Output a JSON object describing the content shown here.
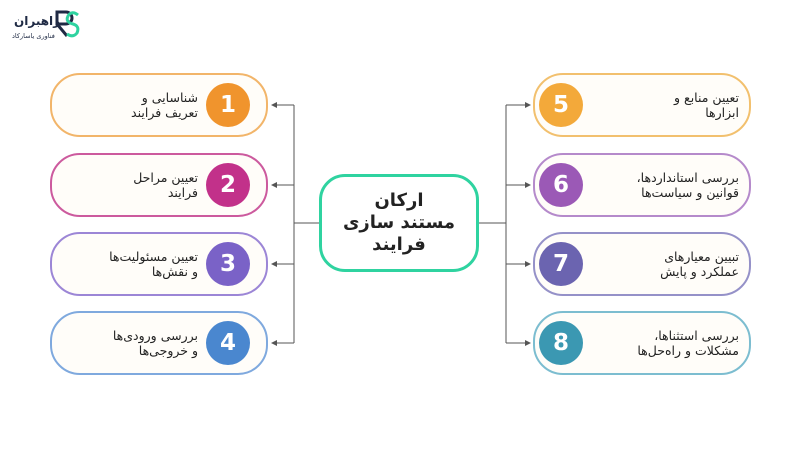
{
  "logo": {
    "title": "راهبران",
    "subtitle": "فناوری یاسارکاد",
    "mark": "RS"
  },
  "center": {
    "label": "ارکان\nمستند سازی\nفرایند",
    "color": "#2fd3a0"
  },
  "left_items": [
    {
      "num": "1",
      "label": "شناسایی و\nتعریف فرایند",
      "color": "#f0942d",
      "border": "#f2b56a"
    },
    {
      "num": "2",
      "label": "تعیین مراحل\nفرایند",
      "color": "#c2318a",
      "border": "#cc5a9e"
    },
    {
      "num": "3",
      "label": "تعیین مسئولیت‌ها\nو نقش‌ها",
      "color": "#7a62c7",
      "border": "#9c86d6"
    },
    {
      "num": "4",
      "label": "بررسی ورودی‌ها\nو خروجی‌ها",
      "color": "#4a87cf",
      "border": "#7fa9de"
    }
  ],
  "right_items": [
    {
      "num": "5",
      "label": "تعیین منابع و\nابزارها",
      "color": "#f3a93a",
      "border": "#f2c06e"
    },
    {
      "num": "6",
      "label": "بررسی استانداردها،\nقوانین و سیاست‌ها",
      "color": "#9b59b6",
      "border": "#b58acb"
    },
    {
      "num": "7",
      "label": "تبیین معیارهای\nعملکرد و پایش",
      "color": "#6b64b0",
      "border": "#9591c8"
    },
    {
      "num": "8",
      "label": "بررسی استثناها،\nمشکلات و راه‌حل‌ها",
      "color": "#3b98b2",
      "border": "#7cbdd0"
    }
  ]
}
